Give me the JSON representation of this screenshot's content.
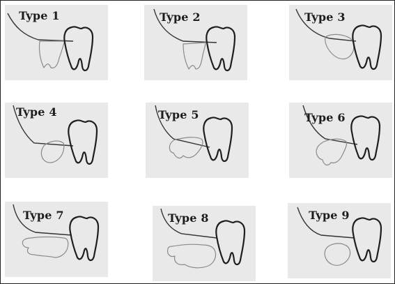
{
  "figure": {
    "panels": [
      {
        "label": "Type 1"
      },
      {
        "label": "Type 2"
      },
      {
        "label": "Type 3"
      },
      {
        "label": "Type 4"
      },
      {
        "label": "Type 5"
      },
      {
        "label": "Type 6"
      },
      {
        "label": "Type 7"
      },
      {
        "label": "Type 8"
      },
      {
        "label": "Type 9"
      }
    ]
  }
}
